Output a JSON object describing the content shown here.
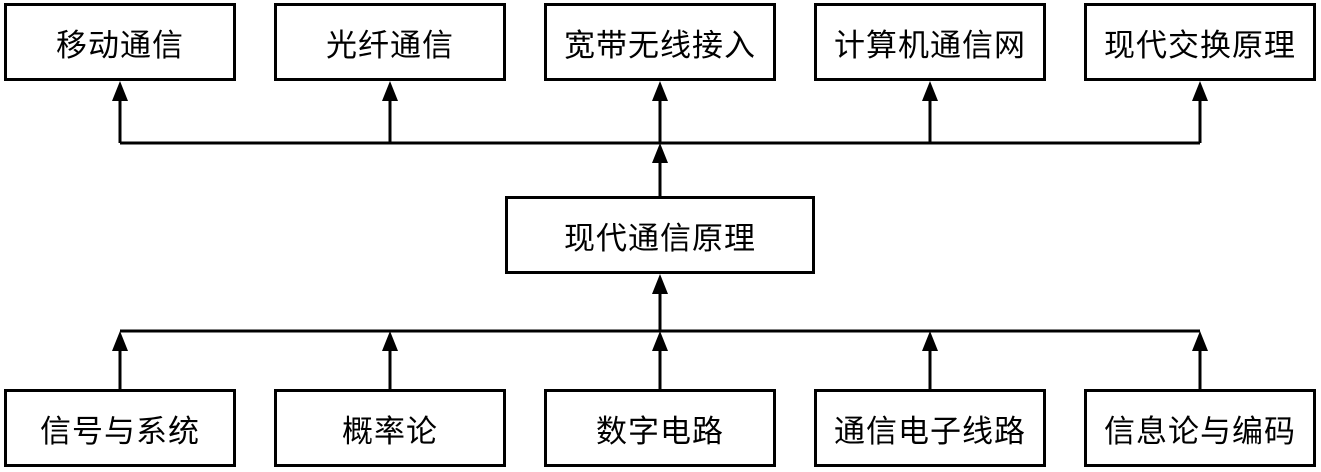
{
  "diagram": {
    "center": {
      "label": "现代通信原理"
    },
    "downstream": [
      {
        "label": "移动通信"
      },
      {
        "label": "光纤通信"
      },
      {
        "label": "宽带无线接入"
      },
      {
        "label": "计算机通信网"
      },
      {
        "label": "现代交换原理"
      }
    ],
    "prerequisites": [
      {
        "label": "信号与系统"
      },
      {
        "label": "概率论"
      },
      {
        "label": "数字电路"
      },
      {
        "label": "通信电子线路"
      },
      {
        "label": "信息论与编码"
      }
    ],
    "colors": {
      "stroke": "#000000",
      "box_fill": "#ffffff",
      "background": "#ffffff"
    }
  }
}
